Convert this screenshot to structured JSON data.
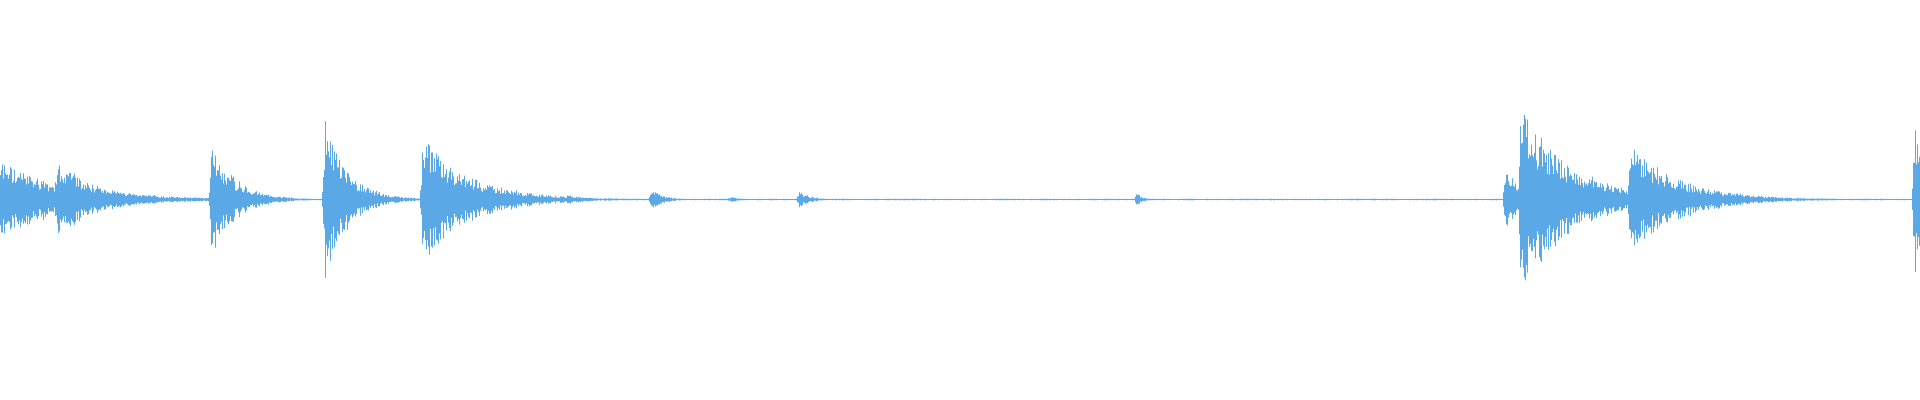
{
  "waveform": {
    "color": "#5aa9e6",
    "background": "#ffffff",
    "noise_floor": 0.006,
    "transients": [
      {
        "t": 0.0,
        "peak": 0.4,
        "decay": 0.035
      },
      {
        "t": 0.03,
        "peak": 0.4,
        "decay": 0.02
      },
      {
        "t": 0.08,
        "peak": 0.06,
        "decay": 0.003
      },
      {
        "t": 0.11,
        "peak": 0.62,
        "decay": 0.012
      },
      {
        "t": 0.169,
        "peak": 0.81,
        "decay": 0.012
      },
      {
        "t": 0.22,
        "peak": 0.63,
        "decay": 0.025
      },
      {
        "t": 0.295,
        "peak": 0.05,
        "decay": 0.01
      },
      {
        "t": 0.339,
        "peak": 0.12,
        "decay": 0.006
      },
      {
        "t": 0.38,
        "peak": 0.03,
        "decay": 0.005
      },
      {
        "t": 0.416,
        "peak": 0.09,
        "decay": 0.006
      },
      {
        "t": 0.592,
        "peak": 0.08,
        "decay": 0.003
      },
      {
        "t": 0.784,
        "peak": 0.4,
        "decay": 0.006
      },
      {
        "t": 0.792,
        "peak": 1.0,
        "decay": 0.025
      },
      {
        "t": 0.849,
        "peak": 0.57,
        "decay": 0.025
      },
      {
        "t": 0.997,
        "peak": 0.85,
        "decay": 0.004
      }
    ]
  }
}
